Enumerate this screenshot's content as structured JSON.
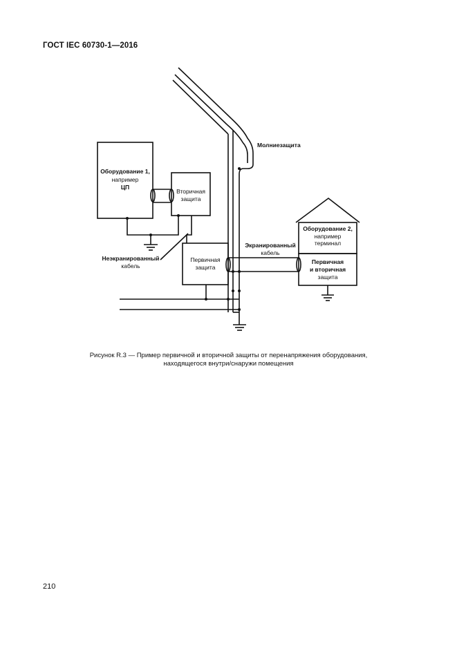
{
  "header": {
    "standard_code": "ГОСТ IEC 60730-1—2016"
  },
  "figure": {
    "equipment1": {
      "line1": "Оборудование 1,",
      "line2": "например",
      "line3": "ЦП"
    },
    "secondary_protection": {
      "line1": "Вторичная",
      "line2": "защита"
    },
    "primary_protection": {
      "line1": "Первичная",
      "line2": "защита"
    },
    "lightning_protection": "Молниезащита",
    "unshielded_cable": {
      "line1": "Неэкранированный",
      "line2": "кабель"
    },
    "shielded_cable": {
      "line1": "Экранированный",
      "line2": "кабель"
    },
    "equipment2": {
      "line1": "Оборудование 2,",
      "line2": "например",
      "line3": "терминал"
    },
    "primary_secondary_protection": {
      "line1": "Первичная",
      "line2": "и вторичная",
      "line3": "защита"
    }
  },
  "caption": {
    "line1": "Рисунок R.3 — Пример первичной и вторичной защиты от перенапряжения оборудования,",
    "line2": "находящегося внутри/снаружи помещения"
  },
  "page_number": "210"
}
